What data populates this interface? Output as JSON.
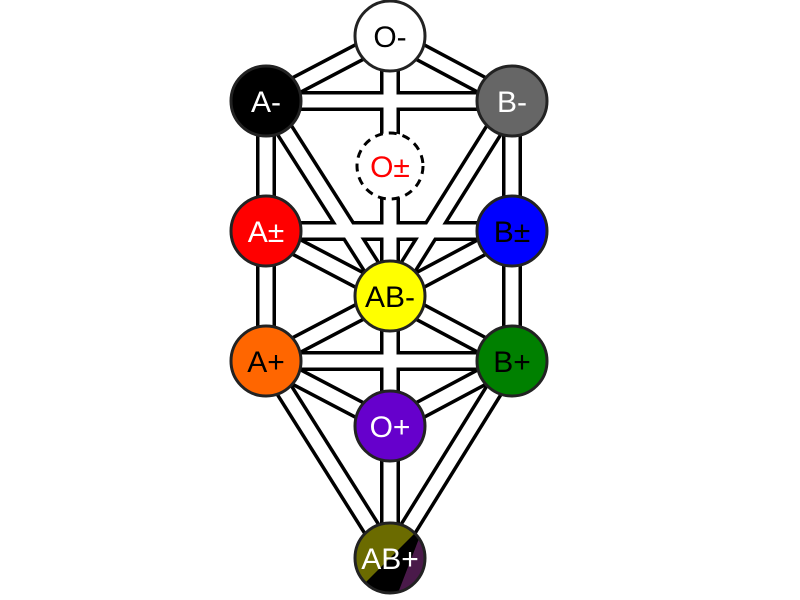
{
  "nodes": [
    {
      "id": "o-neg",
      "label": "O-",
      "fill": "#ffffff",
      "text_color": "#000000"
    },
    {
      "id": "a-neg",
      "label": "A-",
      "fill": "#000000",
      "text_color": "#ffffff"
    },
    {
      "id": "b-neg",
      "label": "B-",
      "fill": "#666666",
      "text_color": "#ffffff"
    },
    {
      "id": "o-pm",
      "label": "O±",
      "fill": "none",
      "text_color": "#ff0000",
      "hidden": true
    },
    {
      "id": "a-pm",
      "label": "A±",
      "fill": "#ff0000",
      "text_color": "#ffffff"
    },
    {
      "id": "b-pm",
      "label": "B±",
      "fill": "#0000ff",
      "text_color": "#000000"
    },
    {
      "id": "ab-neg",
      "label": "AB-",
      "fill": "#ffff00",
      "text_color": "#000000"
    },
    {
      "id": "a-pos",
      "label": "A+",
      "fill": "#ff6600",
      "text_color": "#000000"
    },
    {
      "id": "b-pos",
      "label": "B+",
      "fill": "#008000",
      "text_color": "#000000"
    },
    {
      "id": "o-pos",
      "label": "O+",
      "fill": "#6600cc",
      "text_color": "#ffffff"
    },
    {
      "id": "ab-pos",
      "label": "AB+",
      "fill": "#1a1a00",
      "text_color": "#ffffff",
      "mixed_fill": [
        "#6b6b00",
        "#000000",
        "#4a1a4a"
      ]
    }
  ],
  "colors": {
    "path_outline": "#000000",
    "path_fill": "#ffffff",
    "node_stroke": "#222222"
  }
}
